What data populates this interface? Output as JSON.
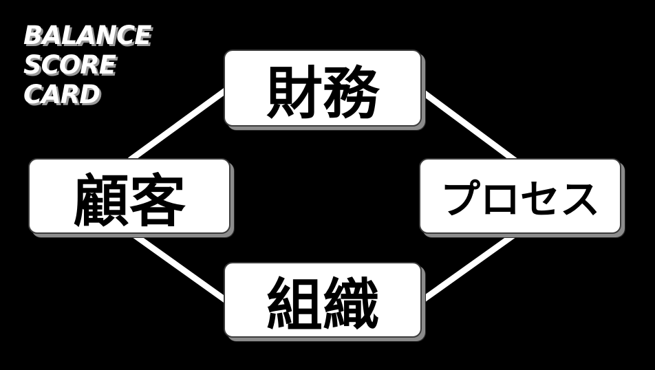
{
  "title": {
    "line1": "BALANCE",
    "line2": "SCORE",
    "line3": "CARD"
  },
  "nodes": {
    "finance": "財務",
    "customer": "顧客",
    "process": "プロセス",
    "organization": "組織"
  },
  "colors": {
    "background": "#000000",
    "node_fill": "#ffffff",
    "connector": "#ffffff",
    "title_text": "#ffffff",
    "title_shadow": "#9a9a9a"
  }
}
